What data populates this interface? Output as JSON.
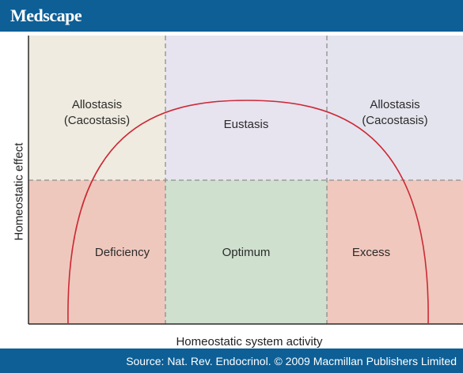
{
  "header": {
    "brand": "Medscape"
  },
  "diagram": {
    "regions": {
      "top_left": {
        "line1": "Allostasis",
        "line2": "(Cacostasis)"
      },
      "top_center": "Eustasis",
      "top_right": {
        "line1": "Allostasis",
        "line2": "(Cacostasis)"
      },
      "bottom_left": "Deficiency",
      "bottom_center": "Optimum",
      "bottom_right": "Excess"
    },
    "xlabel": "Homeostatic system activity",
    "ylabel": "Homeostatic effect"
  },
  "footer": {
    "source": "Source: Nat. Rev. Endocrinol. © 2009 Macmillan Publishers Limited"
  },
  "colors": {
    "brand_blue": "#0d5f96",
    "top_left_fill": "#efebe0",
    "top_center_fill": "#e7e3ef",
    "top_right_fill": "#e4e4ef",
    "bottom_left_fill": "#efc8bd",
    "bottom_center_fill": "#cfe0cf",
    "bottom_right_fill": "#f0c8bd",
    "curve": "#cc2a36"
  }
}
